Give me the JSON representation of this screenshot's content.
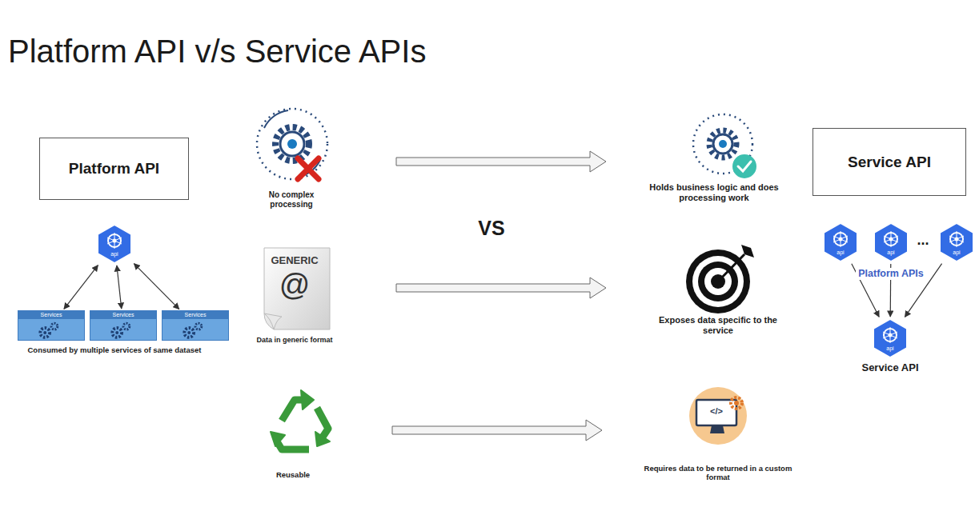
{
  "diagram": {
    "title": "Platform API v/s Service APIs",
    "nodes": [
      {
        "text": [
          "Platform API"
        ]
      },
      {
        "text": [
          "api"
        ]
      },
      {
        "text": [
          "Services"
        ]
      },
      {
        "text": [
          "Services"
        ]
      },
      {
        "text": [
          "Services"
        ]
      },
      {
        "text": [
          "Service API"
        ]
      },
      {
        "text": [
          "api"
        ]
      },
      {
        "text": [
          "api"
        ]
      },
      {
        "text": [
          "api"
        ]
      },
      {
        "text": [
          "api",
          "Service API"
        ]
      }
    ],
    "edges": [
      {
        "from": 1,
        "to": 2,
        "arrow": "both"
      },
      {
        "from": 1,
        "to": 3,
        "arrow": "both"
      },
      {
        "from": 1,
        "to": 4,
        "arrow": "both"
      },
      {
        "from": 6,
        "to": 9,
        "arrow": "to"
      },
      {
        "from": 7,
        "to": 9,
        "arrow": "to"
      },
      {
        "from": 8,
        "to": 9,
        "arrow": "to"
      }
    ],
    "labels": [
      "Consumed by multiple services of same dataset",
      "No complex processing",
      "GENERIC",
      "@",
      "Data in generic format",
      "VS",
      "Reusable",
      "Holds business logic and does processing work",
      "Exposes data specific to the service",
      "Requires data to be returned in a custom format",
      "...",
      "Platform APIs",
      "</>"
    ]
  }
}
